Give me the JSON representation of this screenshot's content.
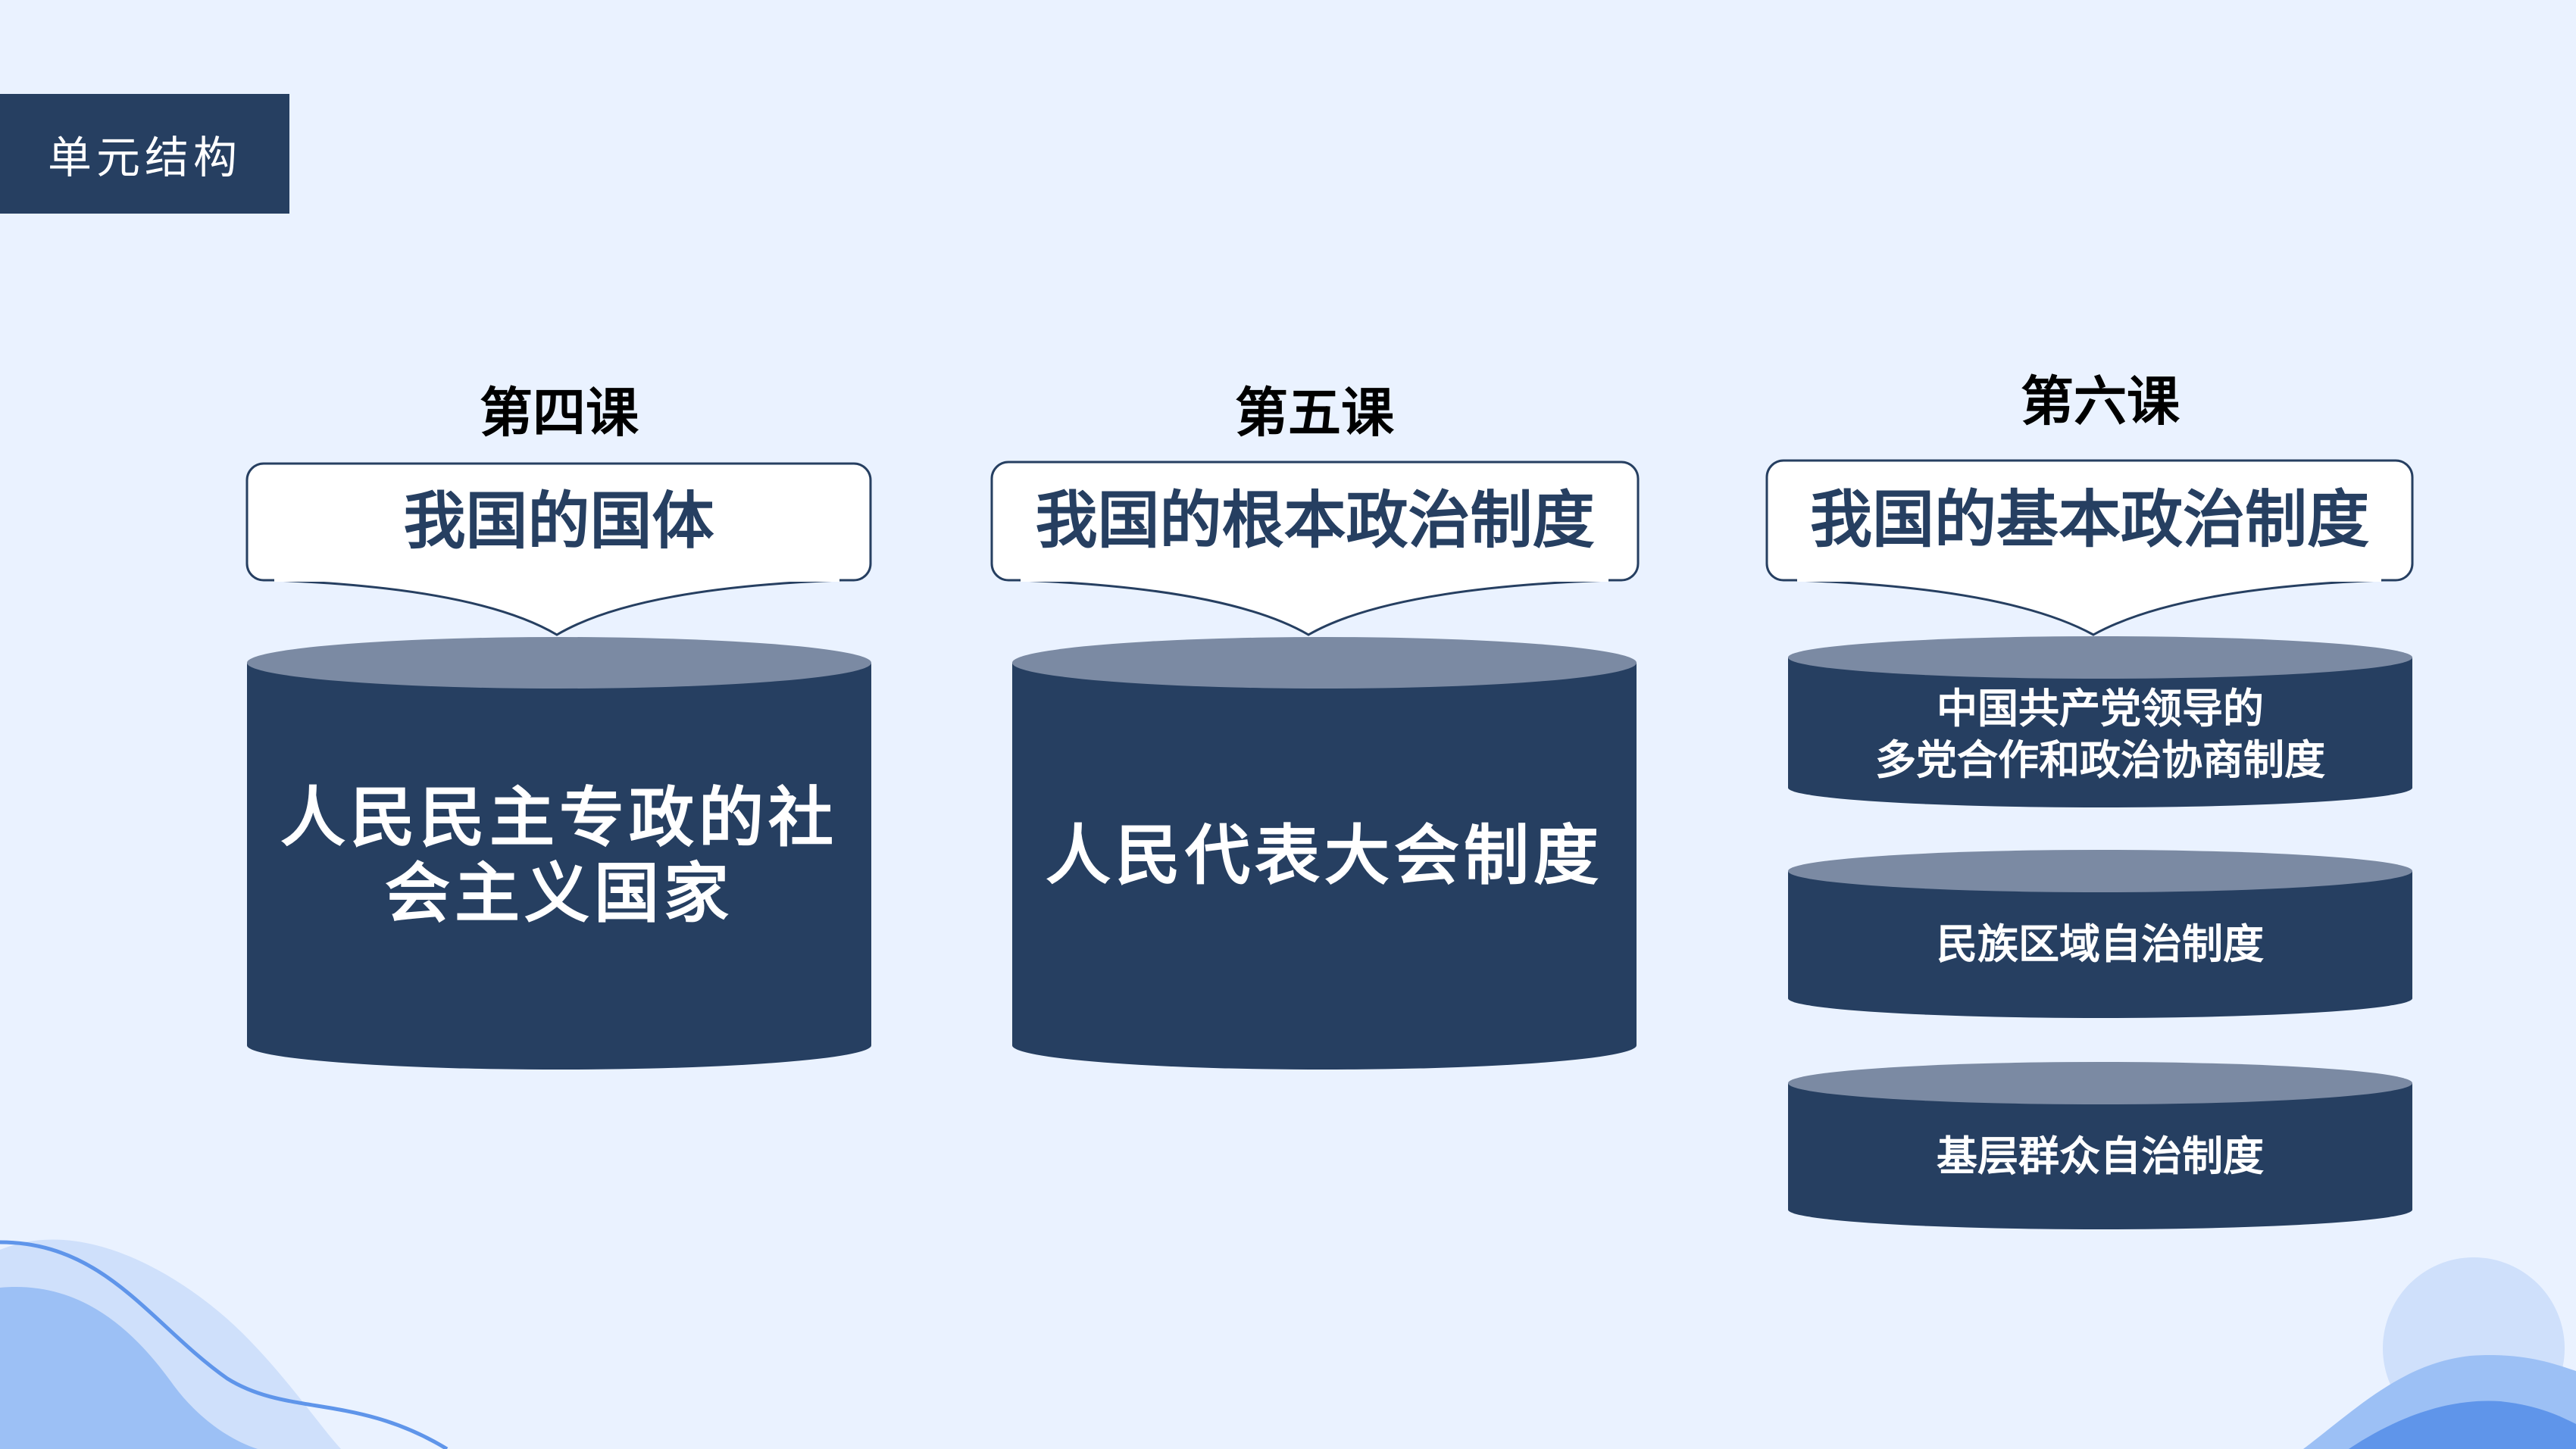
{
  "header": {
    "label": "单元结构"
  },
  "lessons": [
    {
      "title": "第四课",
      "topic": "我国的国体",
      "items": [
        "人民民主专政的社会主义国家"
      ]
    },
    {
      "title": "第五课",
      "topic": "我国的根本政治制度",
      "items": [
        "人民代表大会制度"
      ]
    },
    {
      "title": "第六课",
      "topic": "我国的基本政治制度",
      "items": [
        "中国共产党领导的\n多党合作和政治协商制度",
        "民族区域自治制度",
        "基层群众自治制度"
      ]
    }
  ],
  "colors": {
    "background": "#eaf2ff",
    "primary": "#263f61",
    "cylinder_top": "#7b8aa3",
    "wave_light": "#cfe0fb",
    "wave_mid": "#9cc0f5",
    "wave_dark": "#5f95ea"
  }
}
